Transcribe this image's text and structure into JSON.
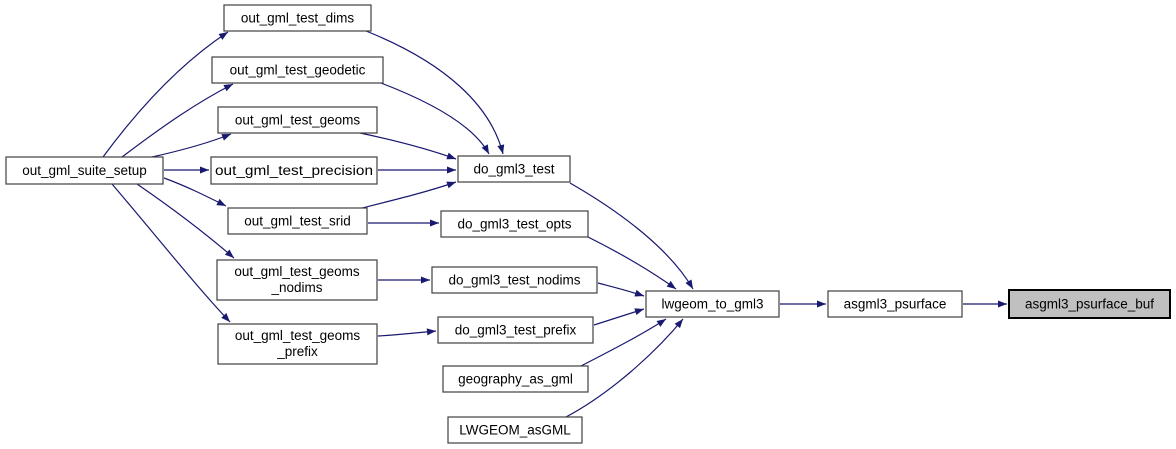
{
  "diagram": {
    "kind": "doxygen-call-graph",
    "colors": {
      "edge": "#191970",
      "node_fill": "#ffffff",
      "node_border": "#404040",
      "highlight_fill": "#c0c0c0",
      "highlight_border": "#000000",
      "text": "#000000",
      "background": "#ffffff"
    },
    "highlighted_node": "asgml3_psurface_buf",
    "nodes": [
      {
        "id": "out_gml_suite_setup",
        "label": "out_gml_suite_setup"
      },
      {
        "id": "out_gml_test_dims",
        "label": "out_gml_test_dims"
      },
      {
        "id": "out_gml_test_geodetic",
        "label": "out_gml_test_geodetic"
      },
      {
        "id": "out_gml_test_geoms",
        "label": "out_gml_test_geoms"
      },
      {
        "id": "out_gml_test_precision",
        "label": "out_gml_test_precision"
      },
      {
        "id": "out_gml_test_srid",
        "label": "out_gml_test_srid"
      },
      {
        "id": "out_gml_test_geoms_nodims",
        "label": "out_gml_test_geoms\n_nodims"
      },
      {
        "id": "out_gml_test_geoms_prefix",
        "label": "out_gml_test_geoms\n_prefix"
      },
      {
        "id": "do_gml3_test",
        "label": "do_gml3_test"
      },
      {
        "id": "do_gml3_test_opts",
        "label": "do_gml3_test_opts"
      },
      {
        "id": "do_gml3_test_nodims",
        "label": "do_gml3_test_nodims"
      },
      {
        "id": "do_gml3_test_prefix",
        "label": "do_gml3_test_prefix"
      },
      {
        "id": "geography_as_gml",
        "label": "geography_as_gml"
      },
      {
        "id": "LWGEOM_asGML",
        "label": "LWGEOM_asGML"
      },
      {
        "id": "lwgeom_to_gml3",
        "label": "lwgeom_to_gml3"
      },
      {
        "id": "asgml3_psurface",
        "label": "asgml3_psurface"
      },
      {
        "id": "asgml3_psurface_buf",
        "label": "asgml3_psurface_buf",
        "highlighted": true
      }
    ],
    "edges": [
      {
        "from": "out_gml_suite_setup",
        "to": "out_gml_test_dims"
      },
      {
        "from": "out_gml_suite_setup",
        "to": "out_gml_test_geodetic"
      },
      {
        "from": "out_gml_suite_setup",
        "to": "out_gml_test_geoms"
      },
      {
        "from": "out_gml_suite_setup",
        "to": "out_gml_test_precision"
      },
      {
        "from": "out_gml_suite_setup",
        "to": "out_gml_test_srid"
      },
      {
        "from": "out_gml_suite_setup",
        "to": "out_gml_test_geoms_nodims"
      },
      {
        "from": "out_gml_suite_setup",
        "to": "out_gml_test_geoms_prefix"
      },
      {
        "from": "out_gml_test_dims",
        "to": "do_gml3_test"
      },
      {
        "from": "out_gml_test_geodetic",
        "to": "do_gml3_test"
      },
      {
        "from": "out_gml_test_geoms",
        "to": "do_gml3_test"
      },
      {
        "from": "out_gml_test_precision",
        "to": "do_gml3_test"
      },
      {
        "from": "out_gml_test_srid",
        "to": "do_gml3_test"
      },
      {
        "from": "out_gml_test_srid",
        "to": "do_gml3_test_opts"
      },
      {
        "from": "out_gml_test_geoms_nodims",
        "to": "do_gml3_test_nodims"
      },
      {
        "from": "out_gml_test_geoms_prefix",
        "to": "do_gml3_test_prefix"
      },
      {
        "from": "do_gml3_test",
        "to": "lwgeom_to_gml3"
      },
      {
        "from": "do_gml3_test_opts",
        "to": "lwgeom_to_gml3"
      },
      {
        "from": "do_gml3_test_nodims",
        "to": "lwgeom_to_gml3"
      },
      {
        "from": "do_gml3_test_prefix",
        "to": "lwgeom_to_gml3"
      },
      {
        "from": "geography_as_gml",
        "to": "lwgeom_to_gml3"
      },
      {
        "from": "LWGEOM_asGML",
        "to": "lwgeom_to_gml3"
      },
      {
        "from": "lwgeom_to_gml3",
        "to": "asgml3_psurface"
      },
      {
        "from": "asgml3_psurface",
        "to": "asgml3_psurface_buf"
      }
    ]
  }
}
